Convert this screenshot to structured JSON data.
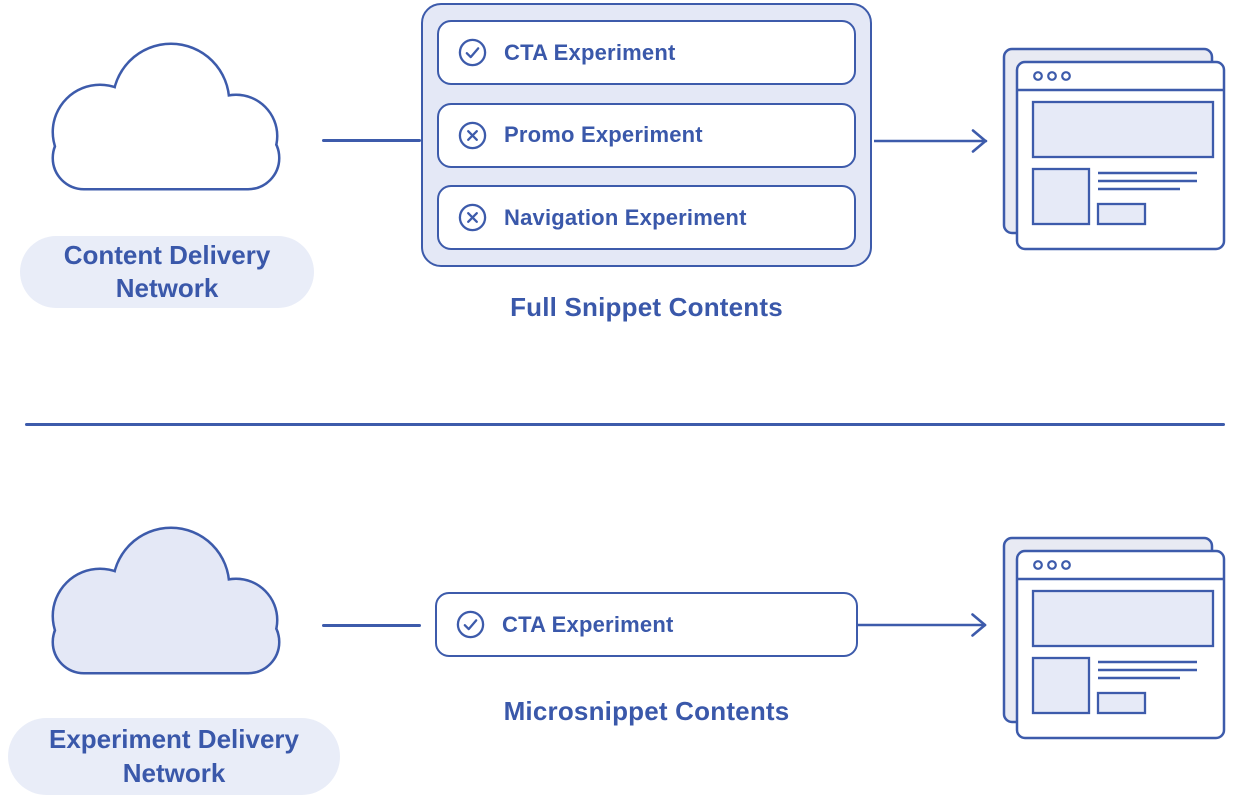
{
  "colors": {
    "ink": "#3D5BAB",
    "text": "#3A58AA",
    "panel": "#E4E8F6",
    "pill": "#E9EDF8",
    "window_back": "#E8EAF3",
    "shape_fill": "#E6EAF7"
  },
  "top_flow": {
    "source": {
      "icon": "cloud-outline-icon",
      "label_line1": "Content Delivery",
      "label_line2": "Network"
    },
    "experiments": [
      {
        "icon": "check-circle-icon",
        "status": "included",
        "label": "CTA Experiment"
      },
      {
        "icon": "x-circle-icon",
        "status": "excluded",
        "label": "Promo Experiment"
      },
      {
        "icon": "x-circle-icon",
        "status": "excluded",
        "label": "Navigation Experiment"
      }
    ],
    "title": "Full Snippet Contents",
    "destination_icon": "browser-window-icon"
  },
  "bottom_flow": {
    "source": {
      "icon": "cloud-filled-icon",
      "label_line1": "Experiment Delivery",
      "label_line2": "Network"
    },
    "experiments": [
      {
        "icon": "check-circle-icon",
        "status": "included",
        "label": "CTA Experiment"
      }
    ],
    "title": "Microsnippet Contents",
    "destination_icon": "browser-window-icon"
  }
}
